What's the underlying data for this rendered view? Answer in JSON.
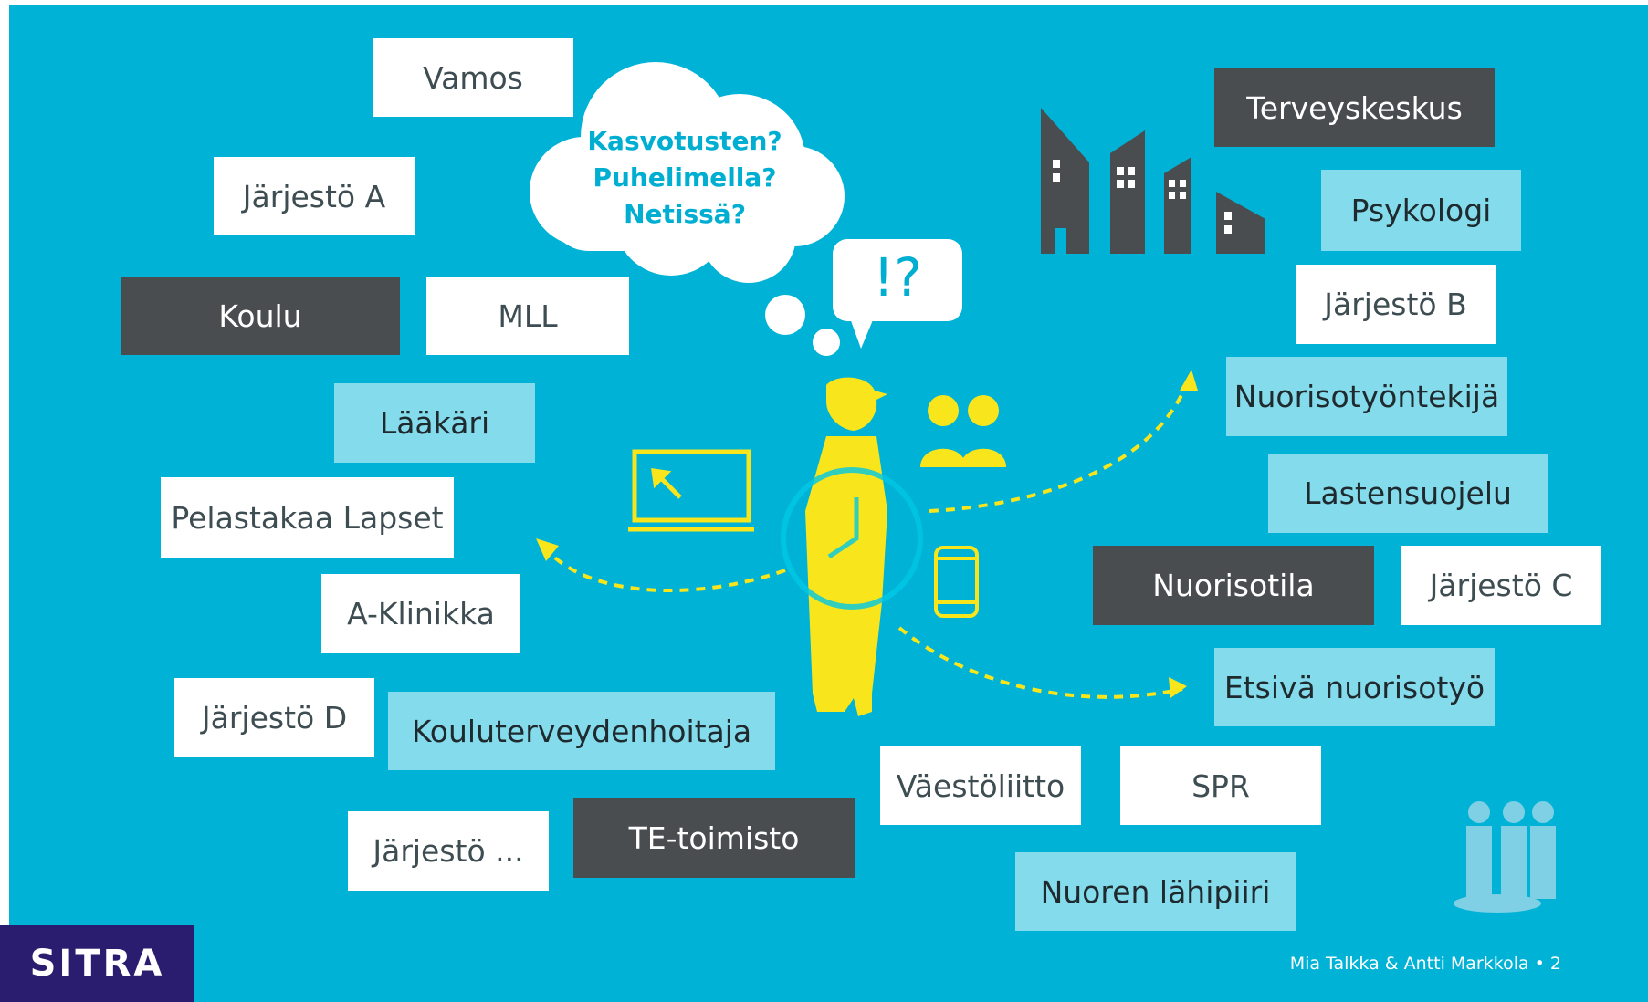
{
  "slide": {
    "background_color": "#00b2d6",
    "thought_cloud": {
      "lines": [
        "Kasvotusten?",
        "Puhelimella?",
        "Netissä?"
      ]
    },
    "speech_bubble": {
      "text": "!?"
    },
    "services": {
      "vamos": "Vamos",
      "jarjesto_a": "Järjestö A",
      "koulu": "Koulu",
      "mll": "MLL",
      "laakari": "Lääkäri",
      "pelastakaa_lapset": "Pelastakaa Lapset",
      "a_klinikka": "A-Klinikka",
      "jarjesto_d": "Järjestö D",
      "kouluterveydenhoitaja": "Kouluterveydenhoitaja",
      "jarjesto_more": "Järjestö ...",
      "te_toimisto": "TE-toimisto",
      "terveyskeskus": "Terveyskeskus",
      "psykologi": "Psykologi",
      "jarjesto_b": "Järjestö B",
      "nuorisotyontekija": "Nuorisotyöntekijä",
      "lastensuojelu": "Lastensuojelu",
      "nuorisotila": "Nuorisotila",
      "jarjesto_c": "Järjestö C",
      "etsiva_nuorisotyo": "Etsivä nuorisotyö",
      "vaestoliitto": "Väestöliitto",
      "spr": "SPR",
      "nuoren_lahipiiri": "Nuoren lähipiiri"
    },
    "colors": {
      "white_box": "#ffffff",
      "light_box": "#84dbec",
      "dark_box": "#4a4d50",
      "figure_yellow": "#f8e51c",
      "icon_blue": "#7fcfe5",
      "buildings": "#4a4d50"
    },
    "icons": [
      "laptop-icon",
      "phone-icon",
      "clock-icon",
      "people-pair-icon",
      "group-icon",
      "buildings-icon",
      "person-figure"
    ],
    "footer": "Mia Talkka & Antti Markkola •  2",
    "logo": "SITRA"
  }
}
